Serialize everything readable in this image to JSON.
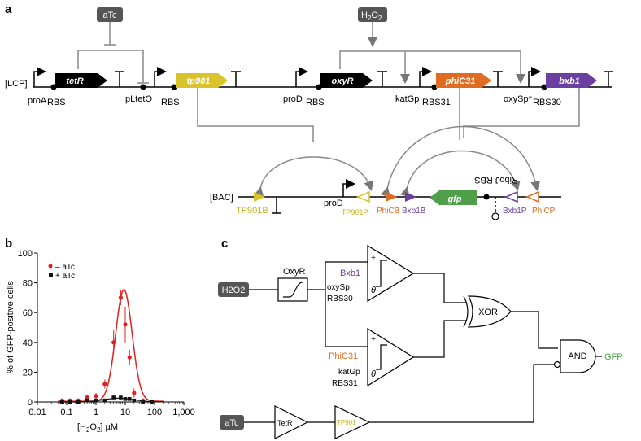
{
  "panel_a": {
    "label": "a",
    "inducer_atc": "aTc",
    "inducer_h2o2_main": "H",
    "inducer_h2o2_sub": "2",
    "inducer_h2o2_o": "O",
    "plasmid_lcp": "[LCP]",
    "plasmid_bac": "[BAC]",
    "genes": [
      "tetR",
      "tp901",
      "oxyR",
      "phiC31",
      "bxb1",
      "gfp"
    ],
    "promoters": [
      "proA",
      "pLtetO",
      "proD",
      "katGp",
      "oxySp*",
      "proD"
    ],
    "rbs": [
      "RBS",
      "RBS",
      "RBS",
      "RBS31",
      "RBS30"
    ],
    "riboJ_rbs": "RiboJ RBS",
    "attb_sites": [
      "TP901B",
      "TP901P",
      "PhiCB",
      "Bxb1B",
      "Bxb1P",
      "PhiCP"
    ],
    "colors": {
      "black": "#000000",
      "tp901": "#d8c42a",
      "phic31": "#e06c21",
      "bxb1": "#6a3fa0",
      "gfp": "#4e9e4a",
      "inducer": "#555555"
    }
  },
  "panel_b": {
    "label": "b",
    "ylabel": "% of GFP-positive cells",
    "xlabel_pre": "[H",
    "xlabel_sub": "2",
    "xlabel_mid": "O",
    "xlabel_sub2": "2",
    "xlabel_post": "] µM",
    "legend": [
      "– aTc",
      "+ aTc"
    ]
  },
  "chart_data": {
    "type": "scatter",
    "x_scale": "log",
    "xlim": [
      0.01,
      1000
    ],
    "ylim": [
      0,
      100
    ],
    "xticks": [
      "0.01",
      "0.1",
      "1",
      "10",
      "100",
      "1,000"
    ],
    "yticks": [
      "0",
      "20",
      "40",
      "60",
      "80",
      "100"
    ],
    "series": [
      {
        "name": "– aTc",
        "color": "#e02020",
        "x": [
          0.07,
          0.13,
          0.25,
          0.5,
          1.0,
          2.0,
          4.0,
          7.0,
          10.0,
          14.0,
          20.0,
          40.0,
          80.0
        ],
        "y": [
          1,
          1,
          1,
          3,
          4,
          12,
          40,
          70,
          52,
          30,
          6,
          1,
          0
        ],
        "err": [
          1,
          1,
          1,
          2,
          2,
          3,
          8,
          5,
          12,
          5,
          3,
          1,
          0
        ]
      },
      {
        "name": "+ aTc",
        "color": "#111111",
        "x": [
          0.07,
          0.13,
          0.25,
          0.5,
          1.0,
          2.0,
          4.0,
          7.0,
          10.0,
          14.0,
          20.0,
          40.0,
          80.0
        ],
        "y": [
          0,
          0,
          0,
          1,
          1,
          1,
          3,
          3,
          2,
          2,
          1,
          0,
          0
        ]
      }
    ]
  },
  "panel_c": {
    "label": "c",
    "input_h2o2": "H2O2",
    "input_atc": "aTc",
    "oxyr_box": "OxyR",
    "bxb1": "Bxb1",
    "oxysp": "oxySp",
    "rbs30": "RBS30",
    "phic31": "PhiC31",
    "katgp": "katGp",
    "rbs31": "RBS31",
    "tetr": "TetR",
    "tp901": "TP901",
    "xor": "XOR",
    "and": "AND",
    "gfp": "GFP",
    "plus": "+",
    "theta": "θ"
  }
}
